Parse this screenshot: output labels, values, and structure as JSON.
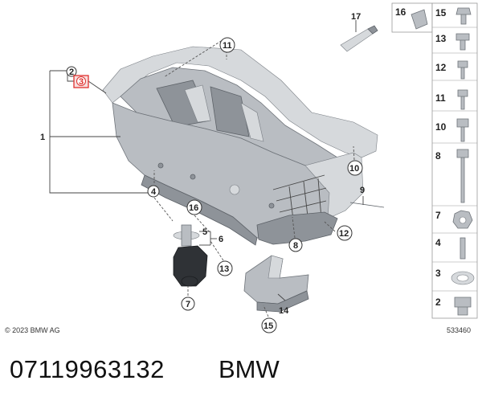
{
  "diagram": {
    "callouts": {
      "c1": "1",
      "c2": "2",
      "c3": "3",
      "c4": "4",
      "c5": "5",
      "c6": "6",
      "c7": "7",
      "c8": "8",
      "c9": "9",
      "c10": "10",
      "c11": "11",
      "c12": "12",
      "c13": "13",
      "c14": "14",
      "c15": "15",
      "c16": "16",
      "c17": "17"
    },
    "sidebar": {
      "s15": "15",
      "s16": "16",
      "s13": "13",
      "s12": "12",
      "s11": "11",
      "s10": "10",
      "s8": "8",
      "s7": "7",
      "s4": "4",
      "s3": "3",
      "s2": "2"
    },
    "highlight_color": "#e0312f"
  },
  "footer": {
    "copyright": "© 2023 BMW AG",
    "image_number": "533460"
  },
  "caption": {
    "part_number": "07119963132",
    "brand": "BMW"
  }
}
